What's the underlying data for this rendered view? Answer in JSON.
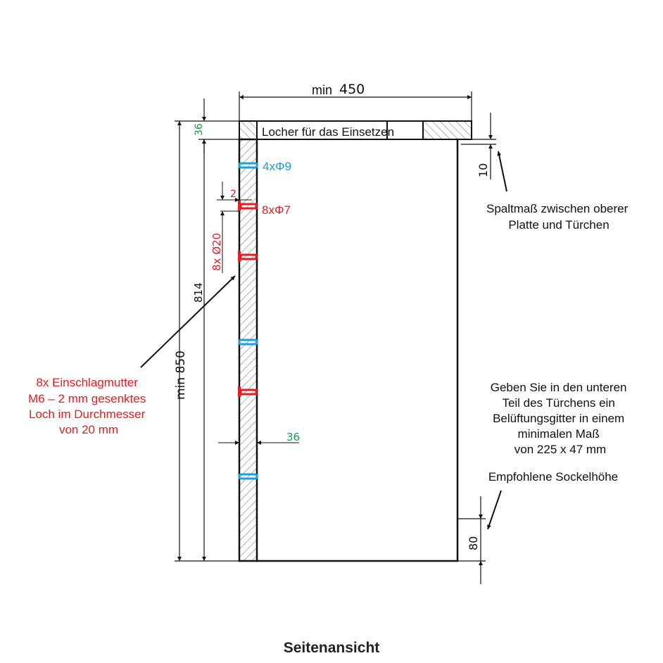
{
  "title": "Seitenansicht",
  "top_label": "Locher für das Einsetzen",
  "dims": {
    "width_prefix": "min",
    "width_value": "450",
    "height_total": "min  850",
    "height_side": "814",
    "top_thickness": "36",
    "panel_thickness": "36",
    "gap": "10",
    "plinth": "80",
    "countersink_depth": "2",
    "countersink_diameter": "8x  Ø20"
  },
  "holes": {
    "blue_label": "4xΦ9",
    "red_label": "8xΦ7"
  },
  "notes": {
    "insert_nut": [
      "8x Einschlagmutter",
      "M6 – 2 mm gesenktes",
      "Loch im Durchmesser",
      "von 20 mm"
    ],
    "gap_note": [
      "Spaltmaß zwischen oberer",
      "Platte und Türchen"
    ],
    "vent_note": [
      "Geben Sie in den unteren",
      "Teil des Türchens ein",
      "Belüftungsgitter in einem",
      "minimalen Maß",
      "von 225 x 47 mm"
    ],
    "plinth_note": "Empfohlene Sockelhöhe"
  },
  "colors": {
    "blue": "#1aa0dc",
    "red": "#e31e24",
    "green": "#1a9a50",
    "line": "#111111"
  }
}
